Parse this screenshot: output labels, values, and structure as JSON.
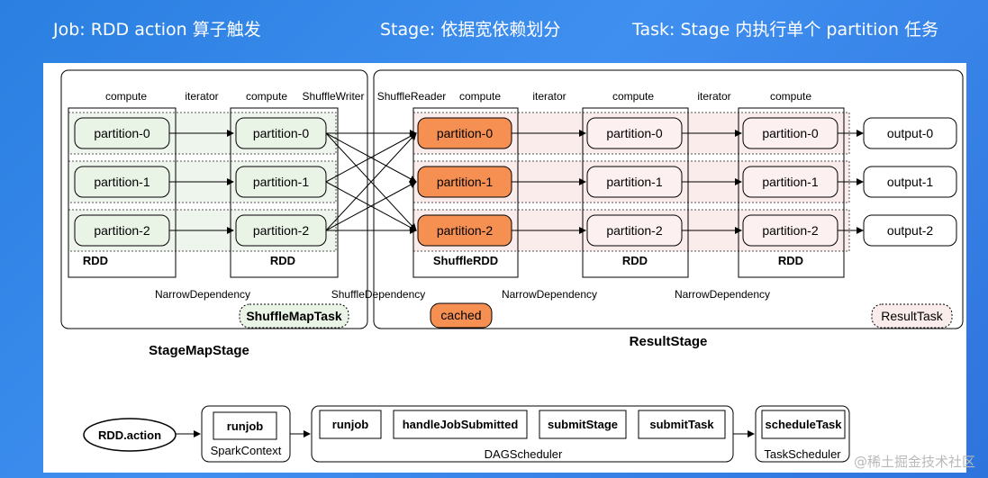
{
  "header": {
    "job": "Job: RDD action 算子触发",
    "stage": "Stage: 依据宽依赖划分",
    "task": "Task: Stage 内执行单个 partition 任务"
  },
  "labels": {
    "compute": "compute",
    "iterator": "iterator",
    "shuffle_writer": "ShuffleWriter",
    "shuffle_reader": "ShuffleReader",
    "rdd": "RDD",
    "shuffle_rdd": "ShuffleRDD",
    "narrow_dep": "NarrowDependency",
    "shuffle_dep": "ShuffleDependency",
    "shuffle_map_task": "ShuffleMapTask",
    "result_task": "ResultTask",
    "cached": "cached",
    "stage_map_stage": "StageMapStage",
    "result_stage": "ResultStage"
  },
  "partitions": [
    "partition-0",
    "partition-1",
    "partition-2"
  ],
  "outputs": [
    "output-0",
    "output-1",
    "output-2"
  ],
  "flow": {
    "rdd_action": "RDD.action",
    "runjob": "runjob",
    "spark_context": "SparkContext",
    "handle_job_submitted": "handleJobSubmitted",
    "submit_stage": "submitStage",
    "submit_task": "submitTask",
    "dag_scheduler": "DAGScheduler",
    "schedule_task": "scheduleTask",
    "task_scheduler": "TaskScheduler"
  },
  "watermark": "@稀土掘金技术社区",
  "colors": {
    "green_fill": "#e9f4e6",
    "green_bg": "#eef5ec",
    "orange_fill": "#f58f52",
    "pink_fill": "#fdf0f0",
    "pink_bg": "#fbecec",
    "header_blue": "#2f80e6"
  }
}
